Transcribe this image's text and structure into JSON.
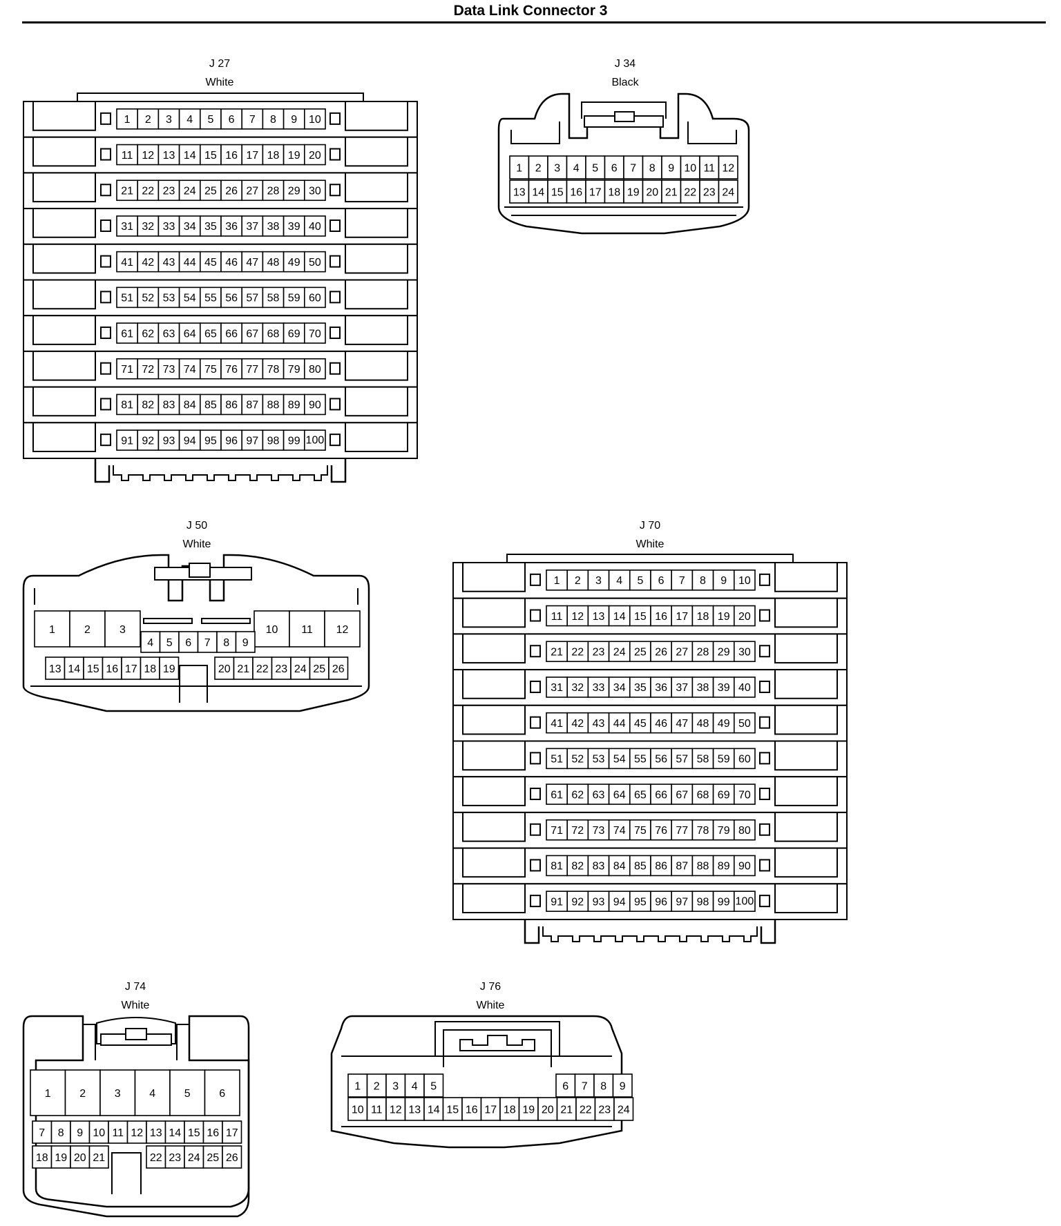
{
  "title": "Data Link Connector 3",
  "connectors": {
    "j27": {
      "name": "J 27",
      "color": "White"
    },
    "j34": {
      "name": "J 34",
      "color": "Black"
    },
    "j50": {
      "name": "J 50",
      "color": "White"
    },
    "j70": {
      "name": "J 70",
      "color": "White"
    },
    "j74": {
      "name": "J 74",
      "color": "White"
    },
    "j76": {
      "name": "J 76",
      "color": "White"
    }
  }
}
